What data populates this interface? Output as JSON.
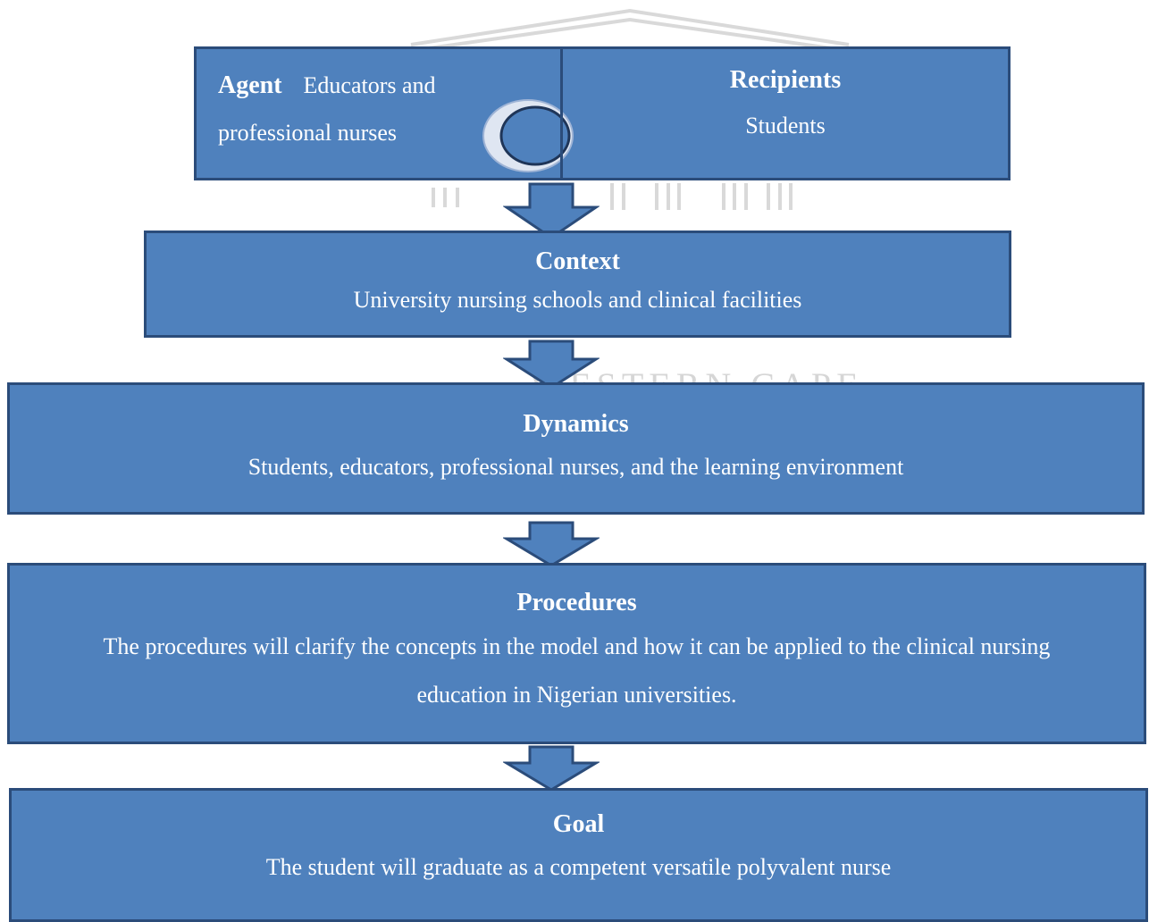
{
  "watermark": {
    "text": "WESTERN CAPE"
  },
  "agent": {
    "label": "Agent",
    "text_line1": "Educators and",
    "text_line2": "professional nurses"
  },
  "recipients": {
    "title": "Recipients",
    "text": "Students"
  },
  "context": {
    "title": "Context",
    "text": "University nursing schools and clinical facilities"
  },
  "dynamics": {
    "title": "Dynamics",
    "text": "Students, educators, professional nurses, and the learning environment"
  },
  "procedures": {
    "title": "Procedures",
    "text_line1": "The procedures will clarify the concepts in the model and how it can be applied to the clinical nursing",
    "text_line2": "education in Nigerian universities."
  },
  "goal": {
    "title": "Goal",
    "text": "The student will graduate as a competent versatile polyvalent nurse"
  },
  "colors": {
    "box_fill": "#4f81bd",
    "box_border": "#2b4c7a",
    "text": "#ffffff",
    "watermark": "#d6d6d6"
  }
}
